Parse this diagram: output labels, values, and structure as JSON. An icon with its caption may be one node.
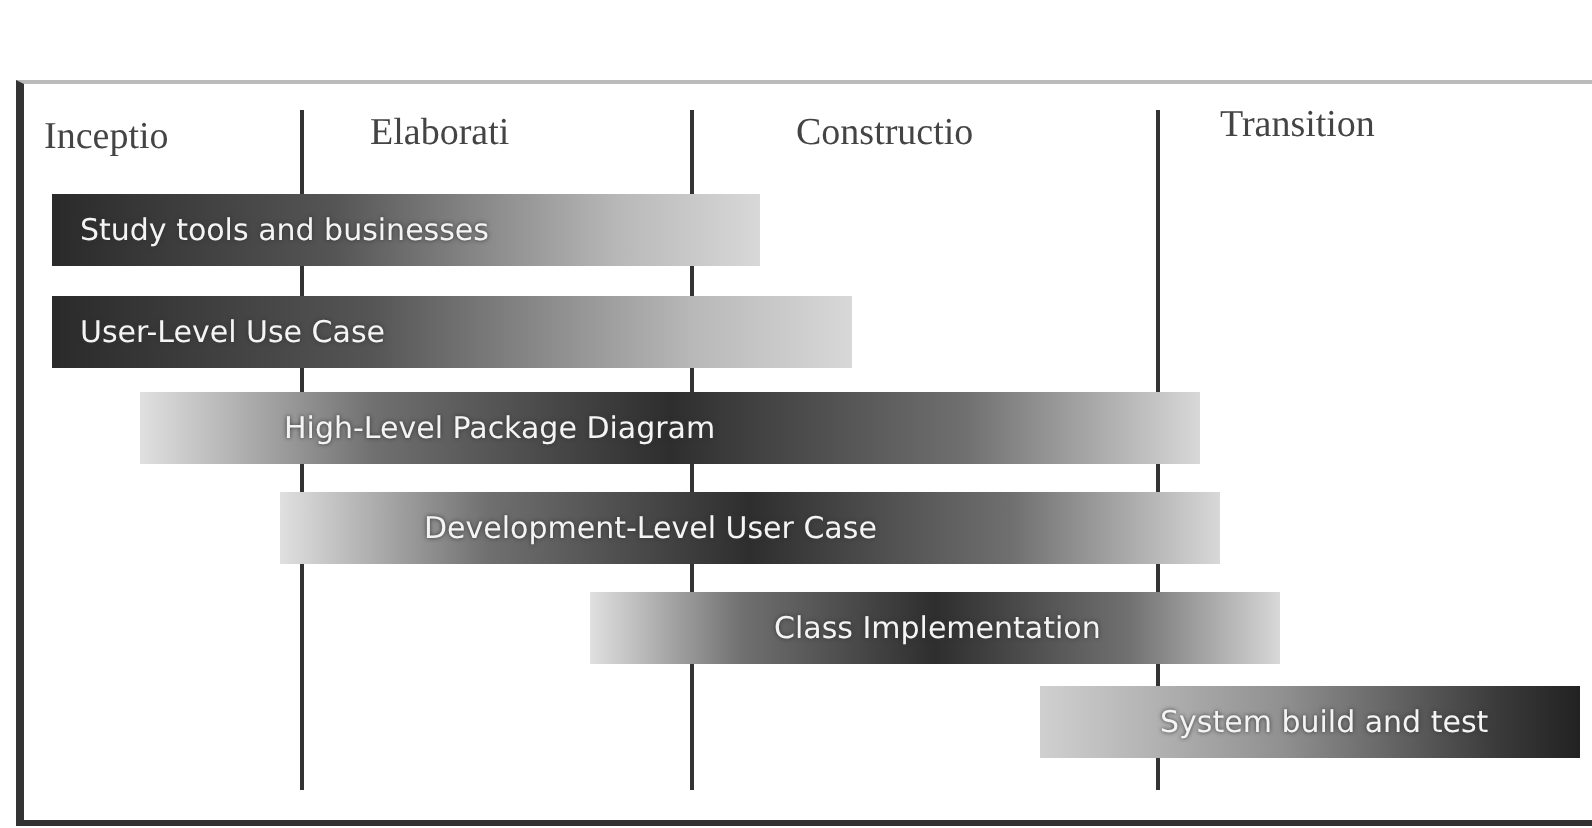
{
  "diagram": {
    "nodes": [
      {
        "text": [
          "Study tools and businesses"
        ]
      },
      {
        "text": [
          "User-Level Use Case"
        ]
      },
      {
        "text": [
          "High-Level Package Diagram"
        ]
      },
      {
        "text": [
          "Development-Level User Case"
        ]
      },
      {
        "text": [
          "Class Implementation"
        ]
      },
      {
        "text": [
          "System build and test"
        ]
      }
    ],
    "edges": [],
    "labels": [
      "Inceptio",
      "Elaborati",
      "Constructio",
      "Transition"
    ]
  }
}
